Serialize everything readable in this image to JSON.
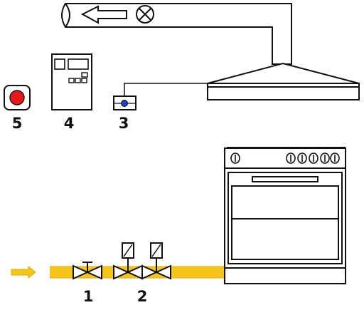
{
  "labels": {
    "pipe_valve": "1",
    "solenoid_valves": "2",
    "sensor": "3",
    "control_cabinet": "4",
    "emergency_button": "5"
  },
  "colors": {
    "gas_pipe": "#f5c518",
    "gas_pipe_edge": "#e0a800",
    "sensor_dot": "#1f3fbf",
    "button_red": "#e81818",
    "stroke": "#111111"
  },
  "icons": {
    "exhaust_fan": "circle-x-fan-icon",
    "flow_arrow": "left-arrow-icon",
    "gas_flow_arrow": "right-arrow-icon"
  }
}
